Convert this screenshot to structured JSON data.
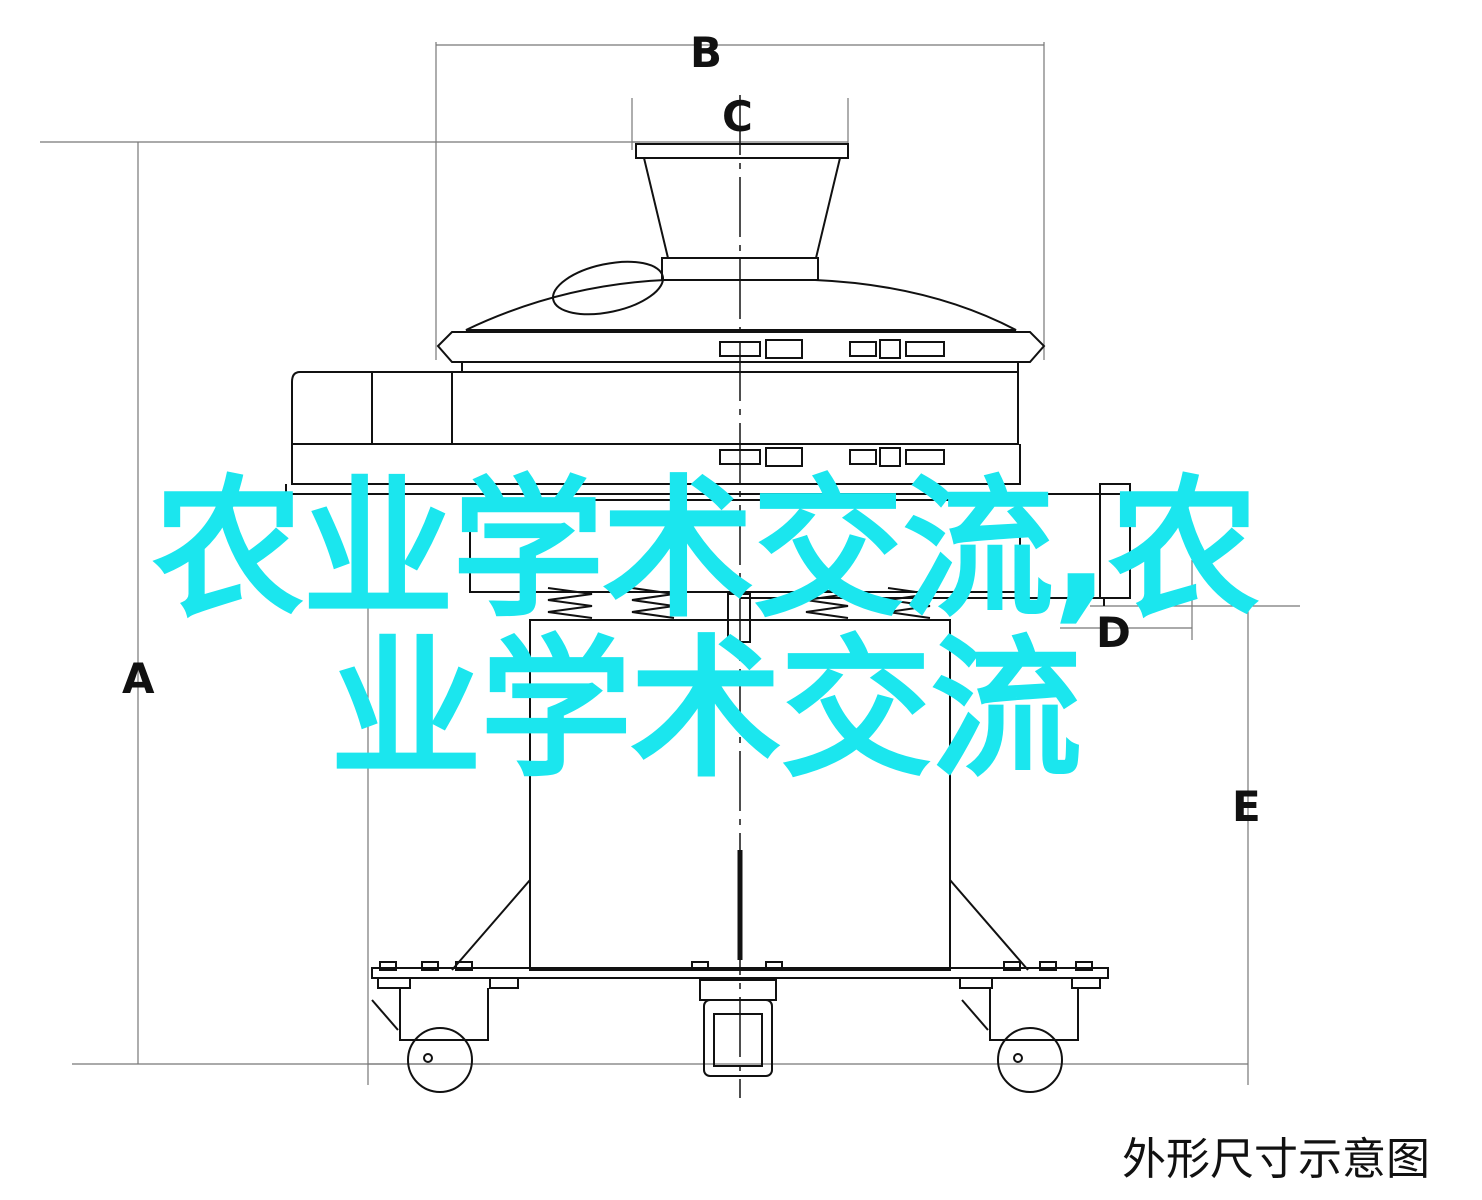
{
  "dimension_labels": {
    "a": "A",
    "b": "B",
    "c": "C",
    "d": "D",
    "e": "E"
  },
  "caption": "外形尺寸示意图",
  "overlay_text": "农业学术交流,农业学术交流",
  "colors": {
    "overlay": "#1be6ee",
    "line": "#111111",
    "dim_line": "#666666"
  },
  "icons": [
    "spring-icon",
    "caster-wheel-icon",
    "clamp-icon"
  ]
}
